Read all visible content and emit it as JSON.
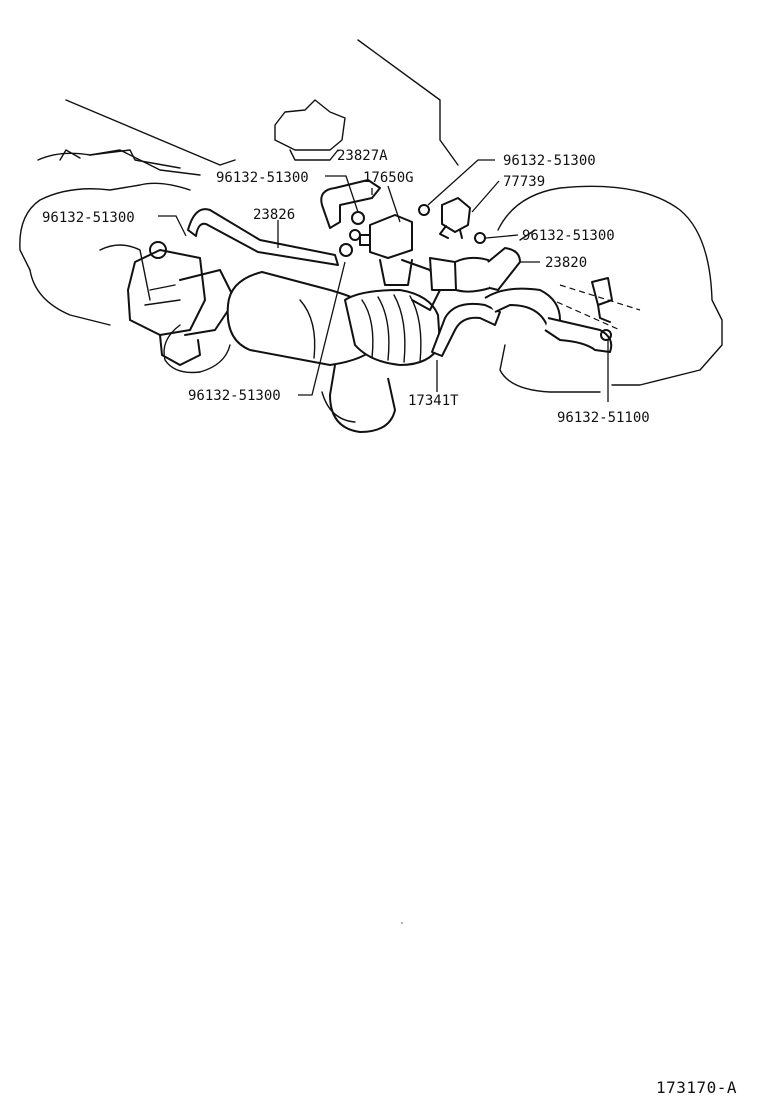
{
  "diagram": {
    "labels": {
      "clip_left": "96132-51300",
      "clip_top_center": "96132-51300",
      "clip_bottom_center": "96132-51300",
      "clip_top_right": "96132-51300",
      "clip_right": "96132-51300",
      "clip_far_right": "96132-51100",
      "hose_23827a": "23827A",
      "hose_17650g": "17650G",
      "hose_23826": "23826",
      "valve_77739": "77739",
      "hose_23820": "23820",
      "hose_17341t": "17341T"
    },
    "code": "173170-A"
  }
}
